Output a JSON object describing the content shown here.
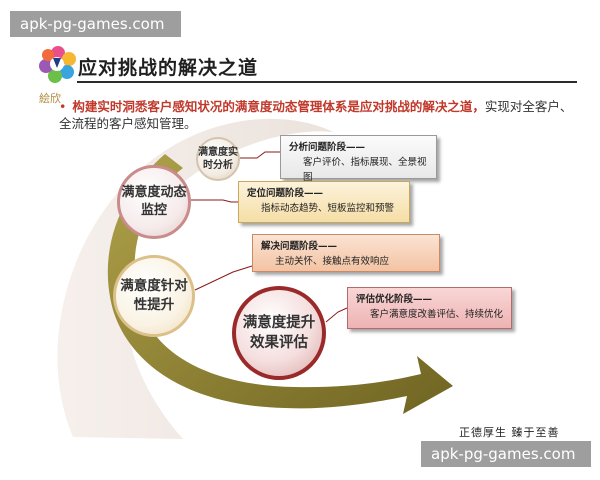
{
  "watermark": {
    "top": "apk-pg-games.com",
    "bottom": "apk-pg-games.com"
  },
  "slide": {
    "title": "应对挑战的解决之道",
    "logo_text": "絵欣",
    "bullet": {
      "highlight": "构建实时洞悉客户感知状况的满意度动态管理体系是应对挑战的解决之道，",
      "rest": "实现对全客户、全流程的客户感知管理。"
    },
    "circles": [
      {
        "label": "满意度实时分析"
      },
      {
        "label": "满意度动态监控"
      },
      {
        "label": "满意度针对性提升"
      },
      {
        "label": "满意度提升效果评估"
      }
    ],
    "boxes": [
      {
        "heading": "分析问题阶段——",
        "detail": "客户评价、指标展现、全景视图"
      },
      {
        "heading": "定位问题阶段——",
        "detail": "指标动态趋势、短板监控和预警"
      },
      {
        "heading": "解决问题阶段——",
        "detail": "主动关怀、接触点有效响应"
      },
      {
        "heading": "评估优化阶段——",
        "detail": "客户满意度改善评估、持续优化"
      }
    ],
    "signature": "正德厚生 臻于至善",
    "colors": {
      "arrow": "#8a7d2e",
      "accent_red": "#c0392b",
      "title_rule": "#2b2b2b"
    }
  }
}
